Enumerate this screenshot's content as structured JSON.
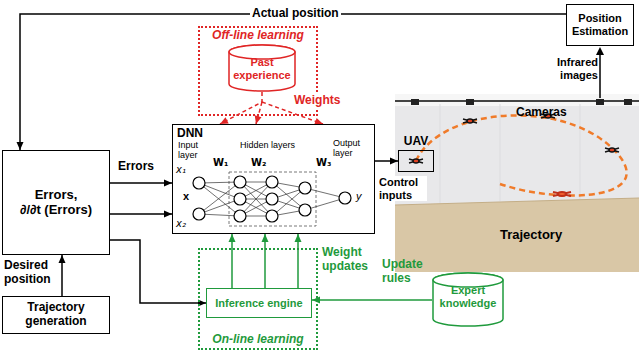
{
  "diagram": {
    "nodes": [
      {
        "text": [
          "Off-line learning"
        ]
      },
      {
        "text": [
          "Past experience"
        ],
        "in": 0
      },
      {
        "text": [
          "Position Estimation"
        ]
      },
      {
        "text": [
          "DNN"
        ]
      },
      {
        "text": [
          "Errors,",
          "∂/∂t (Errors)"
        ]
      },
      {
        "text": [
          "UAV"
        ]
      },
      {
        "text": [
          "Trajectory generation"
        ]
      },
      {
        "text": [
          "On-line learning"
        ]
      },
      {
        "text": [
          "Inference engine"
        ],
        "in": 7
      },
      {
        "text": [
          "Expert knowledge"
        ]
      }
    ],
    "edges": [
      {
        "from": 2,
        "to": 4,
        "arrow": "to",
        "label": "Actual position"
      },
      {
        "from": 6,
        "to": 4,
        "arrow": "to",
        "label": "Desired position"
      },
      {
        "from": 4,
        "to": 3,
        "arrow": "to",
        "label": "Errors"
      },
      {
        "from": 4,
        "to": 8,
        "arrow": "to"
      },
      {
        "from": 3,
        "to": 5,
        "arrow": "to",
        "label": "Control inputs"
      },
      {
        "from": 1,
        "to": 3,
        "arrow": "to",
        "label": "Weights"
      },
      {
        "from": 8,
        "to": 3,
        "arrow": "to",
        "label": "Weight updates"
      },
      {
        "from": 9,
        "to": 8,
        "arrow": "to",
        "label": "Update rules"
      }
    ],
    "labels": [
      "Input layer",
      "Hidden layers",
      "Output layer",
      "x₁",
      "x₂",
      "x",
      "W₁",
      "W₂",
      "W₃",
      "y",
      "Infrared images",
      "Cameras",
      "Trajectory"
    ]
  }
}
